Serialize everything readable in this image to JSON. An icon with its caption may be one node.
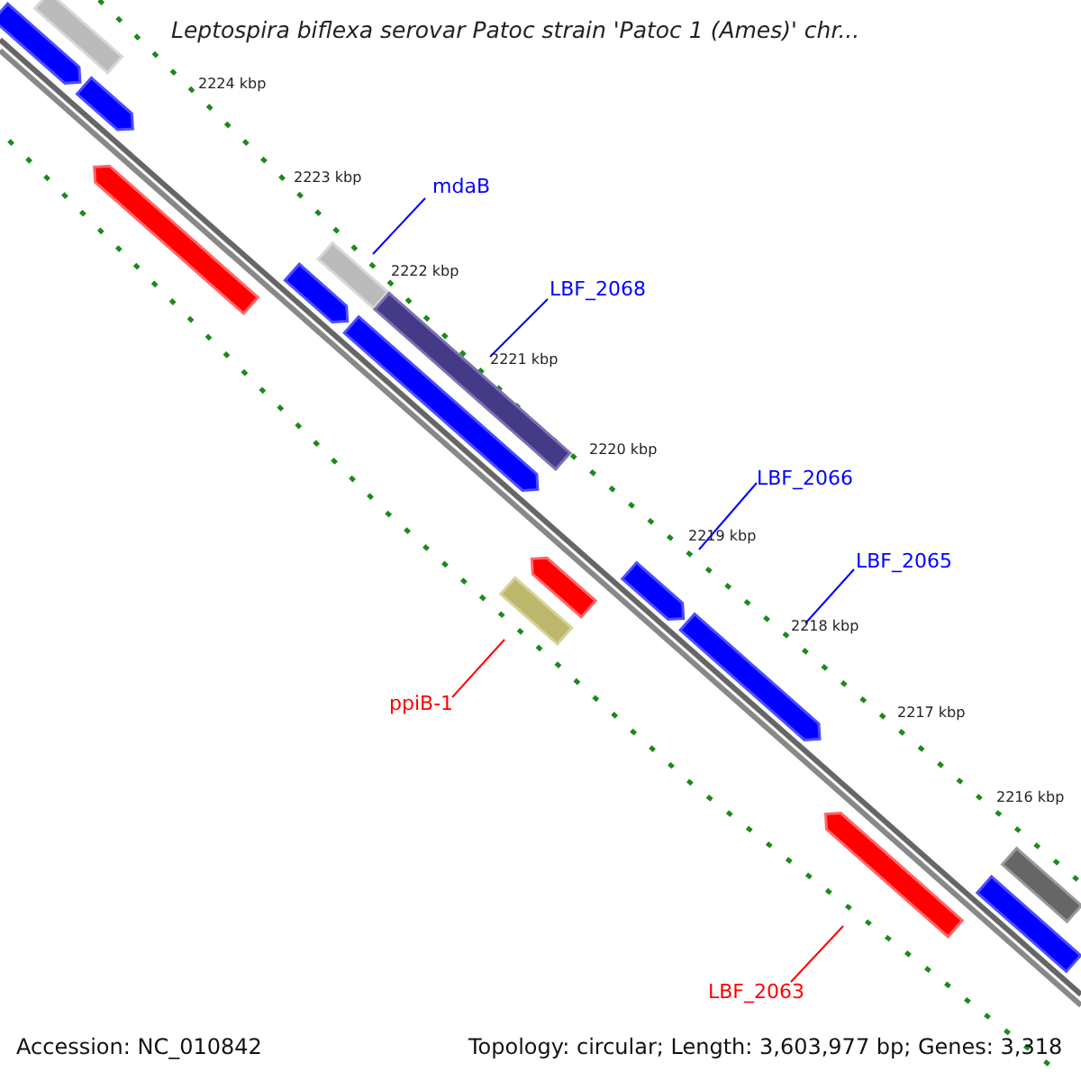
{
  "diagram": {
    "title": "Leptospira biflexa serovar Patoc strain 'Patoc 1 (Ames)' chr...",
    "nodes": [
      {
        "text": [
          "mdaB"
        ]
      },
      {
        "text": [
          "LBF_2068"
        ]
      },
      {
        "text": [
          "LBF_2066"
        ]
      },
      {
        "text": [
          "LBF_2065"
        ]
      },
      {
        "text": [
          "ppiB-1"
        ]
      },
      {
        "text": [
          "LBF_2063"
        ]
      },
      {
        "text": [],
        "shape": "arrow"
      },
      {
        "text": [],
        "shape": "arrow"
      },
      {
        "text": [],
        "shape": "bar"
      },
      {
        "text": [],
        "shape": "arrow"
      },
      {
        "text": [],
        "shape": "bar"
      },
      {
        "text": [],
        "shape": "arrow"
      },
      {
        "text": [],
        "shape": "bar"
      },
      {
        "text": [],
        "shape": "arrow"
      },
      {
        "text": [],
        "shape": "arrow"
      },
      {
        "text": [],
        "shape": "bar"
      },
      {
        "text": [],
        "shape": "arrow"
      },
      {
        "text": [],
        "shape": "arrow"
      },
      {
        "text": [],
        "shape": "arrow"
      },
      {
        "text": [],
        "shape": "bar"
      },
      {
        "text": [],
        "shape": "bar"
      }
    ],
    "edges": [
      {
        "from": 0,
        "to": 10,
        "arrow": "none"
      },
      {
        "from": 1,
        "to": 12,
        "arrow": "none"
      },
      {
        "from": 2,
        "to": 16,
        "arrow": "none"
      },
      {
        "from": 3,
        "to": 17,
        "arrow": "none"
      },
      {
        "from": 4,
        "to": 15,
        "arrow": "none",
        "color": "#ff0000"
      },
      {
        "from": 5,
        "to": 18,
        "arrow": "none",
        "color": "#ff0000"
      }
    ],
    "labels": [
      "2224 kbp",
      "2223 kbp",
      "2222 kbp",
      "2221 kbp",
      "2220 kbp",
      "2219 kbp",
      "2218 kbp",
      "2217 kbp",
      "2216 kbp",
      "Accession: NC_010842",
      "Topology: circular; Length: 3,603,977 bp; Genes: 3,318"
    ]
  }
}
